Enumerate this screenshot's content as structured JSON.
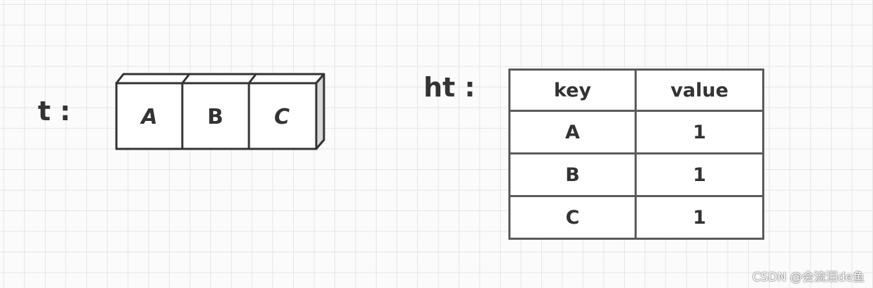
{
  "array": {
    "label": "t :",
    "cells": [
      "A",
      "B",
      "C"
    ]
  },
  "hash_table": {
    "label": "ht :",
    "headers": [
      "key",
      "value"
    ],
    "rows": [
      [
        "A",
        "1"
      ],
      [
        "B",
        "1"
      ],
      [
        "C",
        "1"
      ]
    ]
  },
  "watermark": "CSDN @会流泪de鱼",
  "colors": {
    "stroke": "#333333",
    "side_face": "#d9d9d9",
    "grid": "#e6e6e6"
  }
}
